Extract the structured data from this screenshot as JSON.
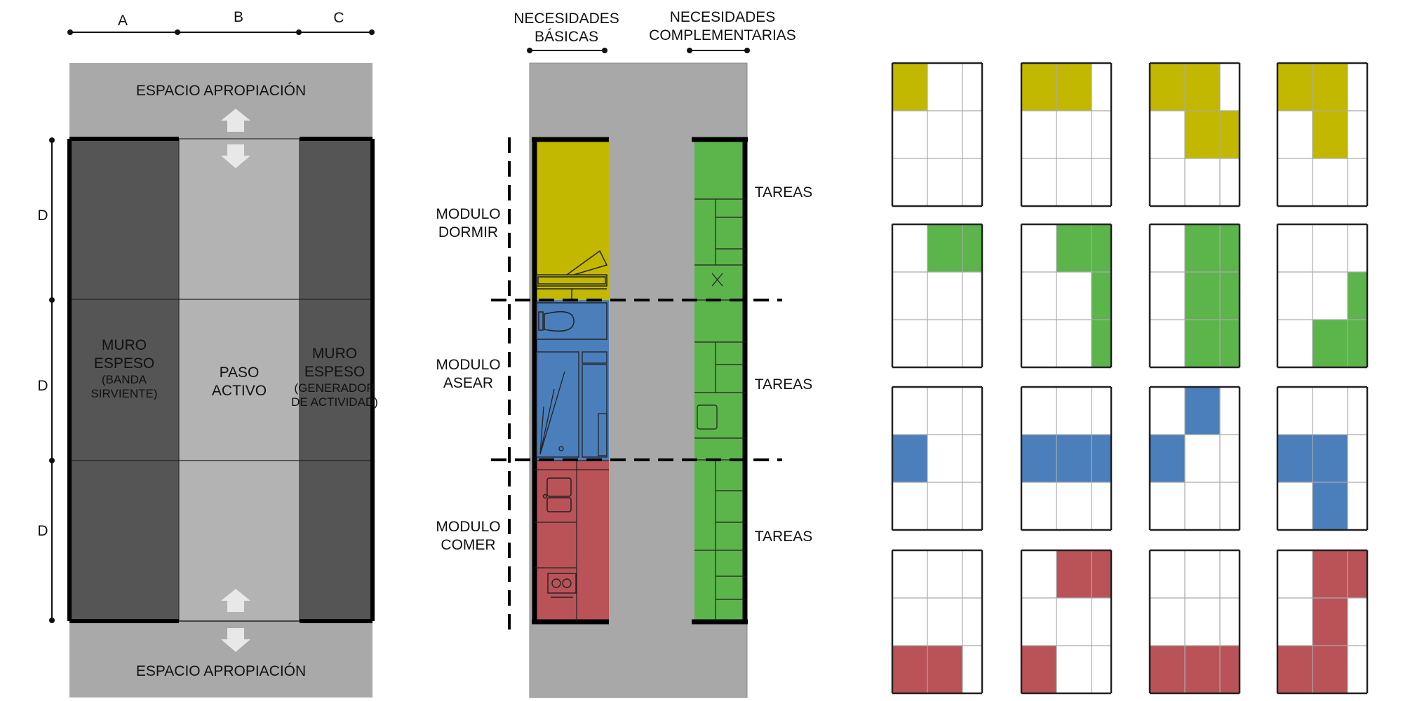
{
  "panel1": {
    "dims": {
      "a": "A",
      "b": "B",
      "c": "C",
      "d1": "D",
      "d2": "D",
      "d3": "D"
    },
    "top_space": "ESPACIO APROPIACIÓN",
    "bottom_space": "ESPACIO APROPIACIÓN",
    "left_wall": {
      "l1": "MURO",
      "l2": "ESPESO",
      "l3": "(BANDA",
      "l4": "SIRVIENTE)"
    },
    "center": {
      "l1": "PASO",
      "l2": "ACTIVO"
    },
    "right_wall": {
      "l1": "MURO",
      "l2": "ESPESO",
      "l3": "(GENERADOR",
      "l4": "DE ACTIVIDAD)"
    },
    "colors": {
      "outer": "#a9a9a9",
      "wall": "#555555",
      "passage": "#b3b3b3",
      "arrow": "#e8e8e8"
    }
  },
  "panel2": {
    "header_basic": {
      "l1": "NECESIDADES",
      "l2": "BÁSICAS"
    },
    "header_comp": {
      "l1": "NECESIDADES",
      "l2": "COMPLEMENTARIAS"
    },
    "modules": {
      "sleep": {
        "l1": "MODULO",
        "l2": "DORMIR"
      },
      "wash": {
        "l1": "MODULO",
        "l2": "ASEAR"
      },
      "eat": {
        "l1": "MODULO",
        "l2": "COMER"
      }
    },
    "tasks": {
      "t1": "TAREAS",
      "t2": "TAREAS",
      "t3": "TAREAS"
    },
    "colors": {
      "sleep": "#c3b800",
      "wash": "#4a7fbc",
      "eat": "#b95357",
      "tasks": "#5bb54a",
      "bg": "#a8a8a8"
    }
  },
  "panel3": {
    "rows": [
      {
        "color": "#c3b800",
        "grids": [
          [
            [
              0,
              0
            ]
          ],
          [
            [
              0,
              0
            ],
            [
              0,
              1
            ]
          ],
          [
            [
              0,
              0
            ],
            [
              0,
              1
            ],
            [
              1,
              1
            ],
            [
              1,
              2
            ]
          ],
          [
            [
              0,
              0
            ],
            [
              0,
              1
            ],
            [
              1,
              1
            ]
          ]
        ]
      },
      {
        "color": "#5bb54a",
        "grids": [
          [
            [
              0,
              1
            ],
            [
              0,
              2
            ]
          ],
          [
            [
              0,
              1
            ],
            [
              0,
              2
            ],
            [
              1,
              2
            ],
            [
              2,
              2
            ]
          ],
          [
            [
              0,
              1
            ],
            [
              0,
              2
            ],
            [
              1,
              1
            ],
            [
              1,
              2
            ],
            [
              2,
              1
            ],
            [
              2,
              2
            ]
          ],
          [
            [
              1,
              2
            ],
            [
              2,
              1
            ],
            [
              2,
              2
            ]
          ]
        ]
      },
      {
        "color": "#4a7fbc",
        "grids": [
          [
            [
              1,
              0
            ]
          ],
          [
            [
              1,
              0
            ],
            [
              1,
              1
            ],
            [
              1,
              2
            ]
          ],
          [
            [
              0,
              1
            ],
            [
              1,
              0
            ]
          ],
          [
            [
              1,
              0
            ],
            [
              1,
              1
            ],
            [
              2,
              1
            ]
          ]
        ]
      },
      {
        "color": "#b95357",
        "grids": [
          [
            [
              2,
              0
            ],
            [
              2,
              1
            ]
          ],
          [
            [
              0,
              1
            ],
            [
              0,
              2
            ],
            [
              2,
              0
            ]
          ],
          [
            [
              2,
              0
            ],
            [
              2,
              1
            ],
            [
              2,
              2
            ]
          ],
          [
            [
              0,
              1
            ],
            [
              0,
              2
            ],
            [
              1,
              1
            ],
            [
              2,
              0
            ],
            [
              2,
              1
            ]
          ]
        ]
      }
    ]
  }
}
